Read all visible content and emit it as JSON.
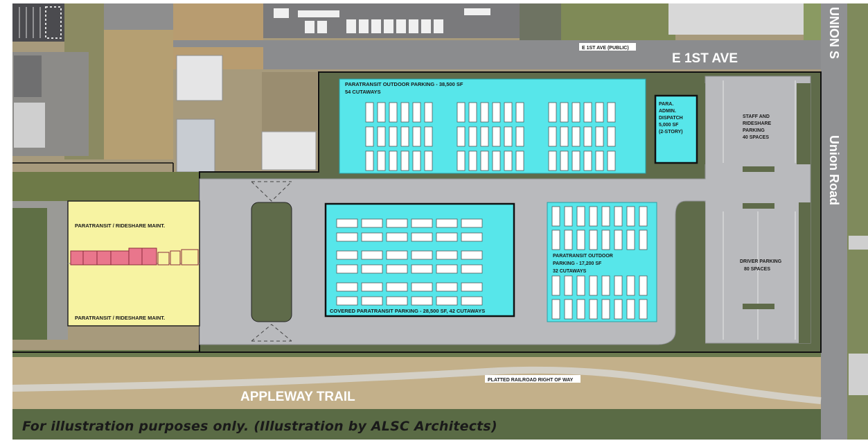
{
  "streets": {
    "first_ave": "E 1ST AVE",
    "first_ave_public": "E 1ST AVE (PUBLIC)",
    "union_road": "Union Road",
    "union_s": "UNION S",
    "appleway_trail": "APPLEWAY TRAIL",
    "railroad_row": "PLATTED RAILROAD RIGHT OF WAY"
  },
  "areas": {
    "paratransit_outdoor_north": {
      "line1": "PARATRANSIT OUTDOOR PARKING - 38,500 SF",
      "line2": "54 CUTAWAYS"
    },
    "admin": {
      "line1": "PARA.",
      "line2": "ADMIN.",
      "line3": "DISPATCH",
      "line4": "5,000 SF",
      "line5": "(2-STORY)"
    },
    "staff_parking": {
      "line1": "STAFF AND",
      "line2": "RIDESHARE",
      "line3": "PARKING",
      "line4": "40 SPACES"
    },
    "maint_top": "PARATRANSIT / RIDESHARE MAINT.",
    "maint_bottom": "PARATRANSIT / RIDESHARE MAINT.",
    "covered_parking": "COVERED PARATRANSIT PARKING - 28,500 SF, 42 CUTAWAYS",
    "paratransit_outdoor_east": {
      "line1": "PARATRANSIT OUTDOOR",
      "line2": "PARKING - 17,200 SF",
      "line3": "32 CUTAWAYS"
    },
    "driver_parking": {
      "line1": "DRIVER PARKING",
      "line2": "80 SPACES"
    }
  },
  "caption": "For illustration purposes only. (Illustration by ALSC Architects)",
  "colors": {
    "site_green": "#5f6b4a",
    "pavement": "#b9babd",
    "cyan": "#57e6ea",
    "maint_yellow": "#f7f3a2",
    "maint_pink": "#e9768c",
    "aerial_dirt": "#b9a27a",
    "aerial_grass": "#7c8a4c"
  }
}
